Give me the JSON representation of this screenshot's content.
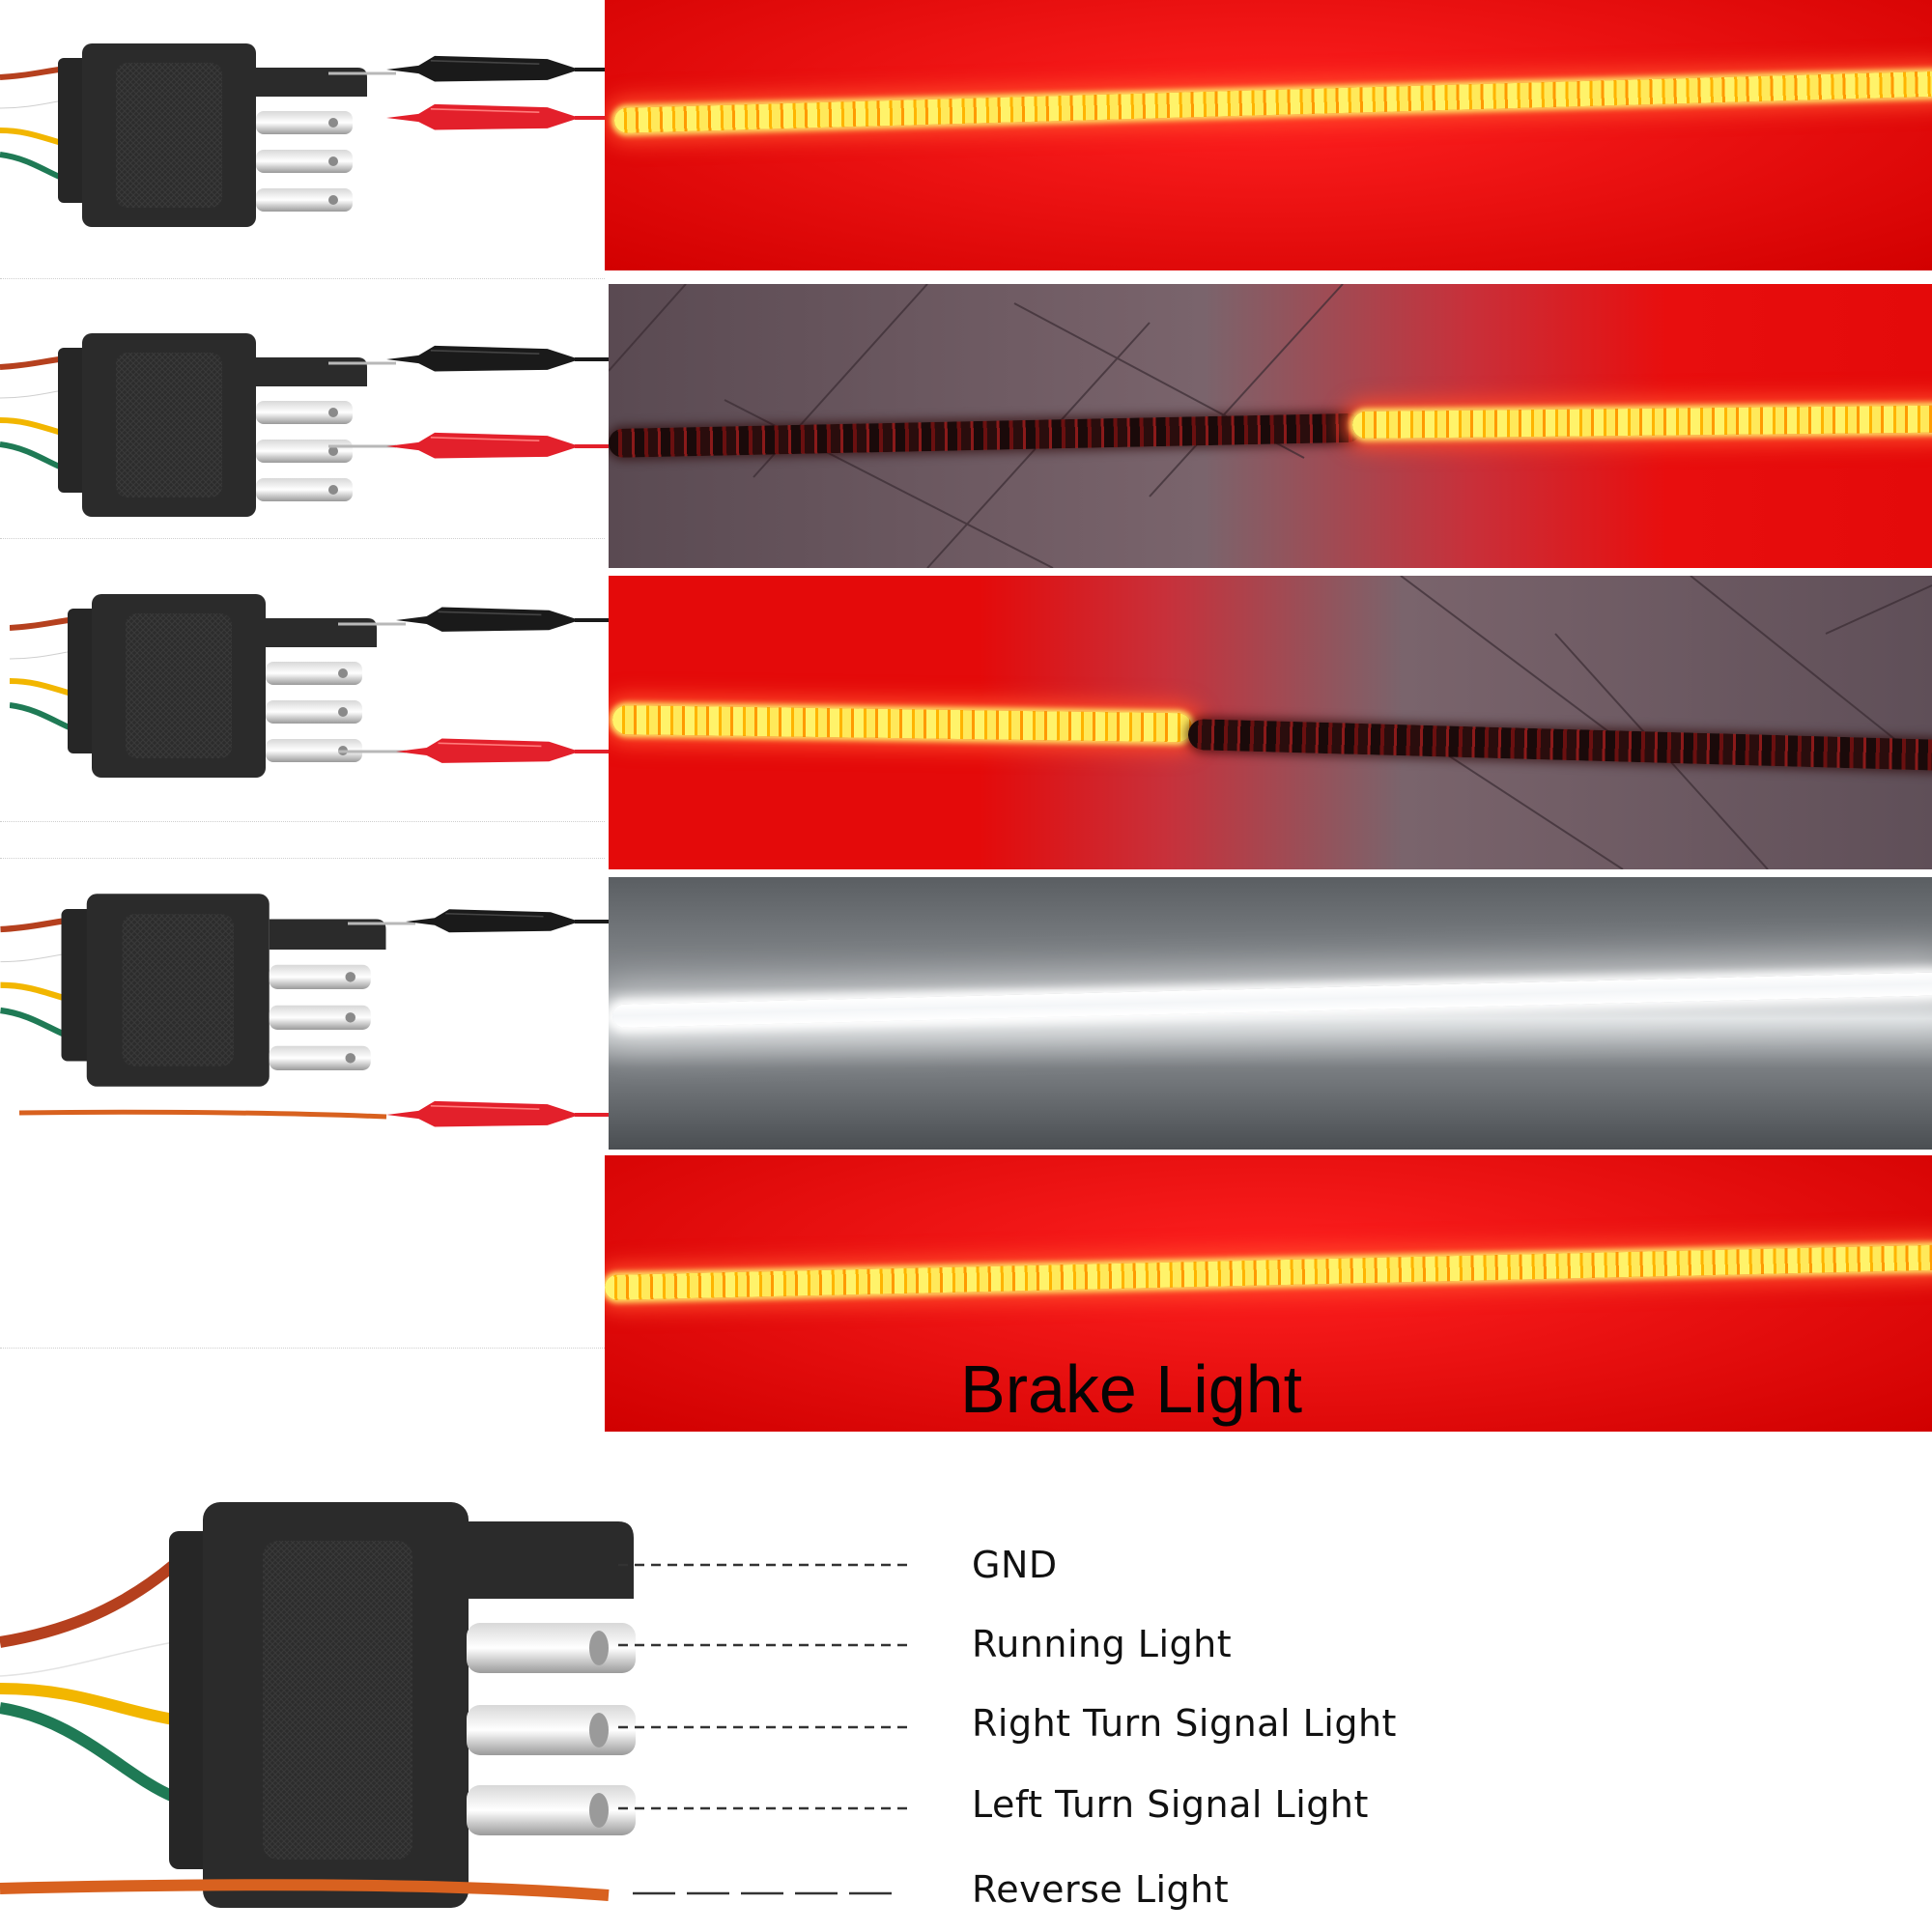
{
  "overlay_title": "Brake Light",
  "legend": {
    "gnd": "GND",
    "running": "Running Light",
    "right_turn": "Right Turn Signal Light",
    "left_turn": "Left Turn Signal Light",
    "reverse": "Reverse Light"
  },
  "colors": {
    "red_glow": "#e30a0a",
    "strip_yellow": "#fff36a",
    "white_glow": "#ffffff",
    "connector_black": "#2b2b2b",
    "wire_brown": "#b5401e",
    "wire_white": "#ffffff",
    "wire_yellow": "#f2b600",
    "wire_green": "#1f7a55",
    "wire_orange": "#d8611f",
    "clip_black": "#1a1a1a",
    "clip_red": "#e3202b"
  },
  "icons": {
    "connector": "4-pin-flat-trailer-connector",
    "clip_gnd": "black-alligator-clip",
    "clip_power": "red-alligator-clip"
  }
}
